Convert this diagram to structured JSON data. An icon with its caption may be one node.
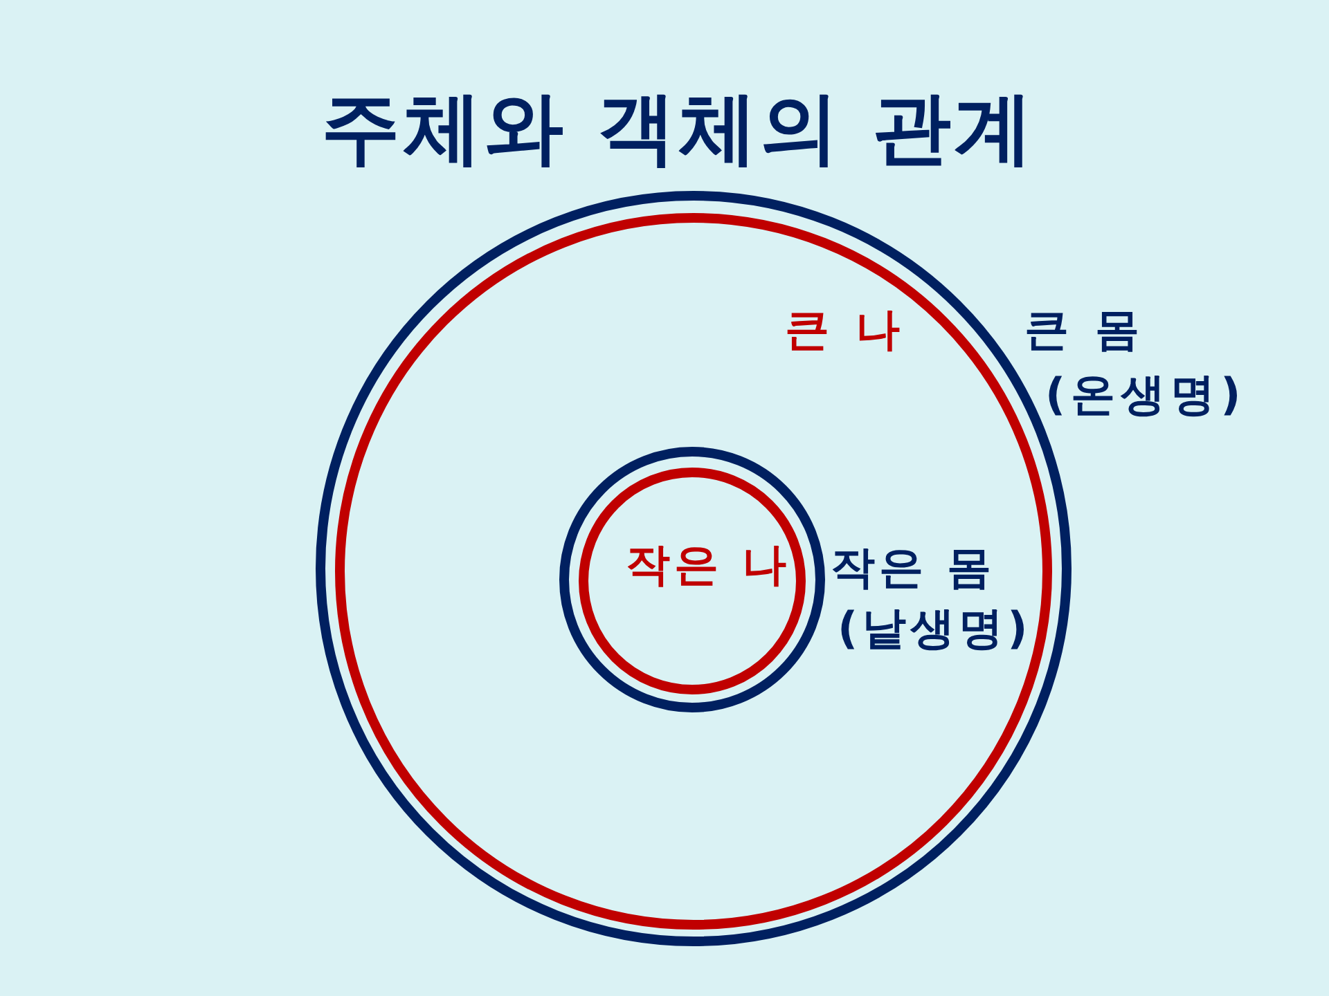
{
  "diagram": {
    "title": "주체와 객체의 관계",
    "nodes": [
      {
        "text": [
          "큰 몸 (온생명)"
        ]
      },
      {
        "text": [
          "큰 나"
        ],
        "in": 0
      },
      {
        "text": [
          "작은 몸 (낱생명)"
        ],
        "in": 1
      },
      {
        "text": [
          "작은 나"
        ],
        "in": 2
      }
    ]
  }
}
